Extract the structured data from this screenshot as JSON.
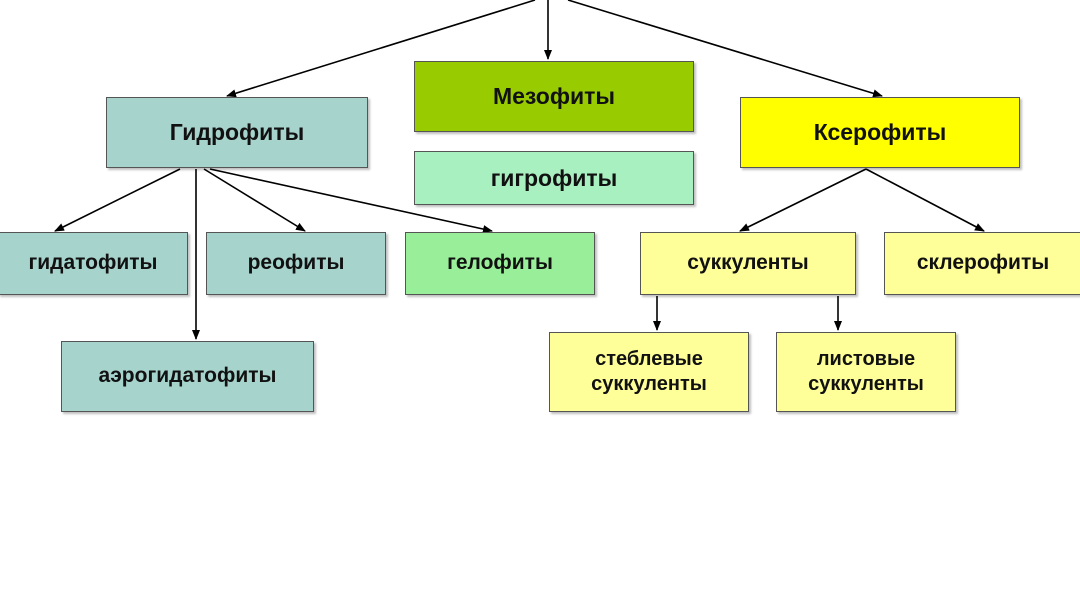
{
  "colors": {
    "hydro": "#a6d3cc",
    "meso": "#99cc00",
    "hygro": "#a8f0c0",
    "helo": "#99ee99",
    "xero": "#ffff00",
    "succ": "#ffff99",
    "line": "#000000"
  },
  "nodes": {
    "mesophytes": "Мезофиты",
    "hygrophytes": "гигрофиты",
    "hydrophytes": "Гидрофиты",
    "xerophytes": "Ксерофиты",
    "hydatophytes": "гидатофиты",
    "rheophytes": "реофиты",
    "helophytes": "гелофиты",
    "aerohydatophytes": "аэрогидатофиты",
    "succulents": "суккуленты",
    "sclerophytes": "склерофиты",
    "stem_succulents": "стеблевые\nсуккуленты",
    "leaf_succulents": "листовые\nсуккуленты"
  }
}
